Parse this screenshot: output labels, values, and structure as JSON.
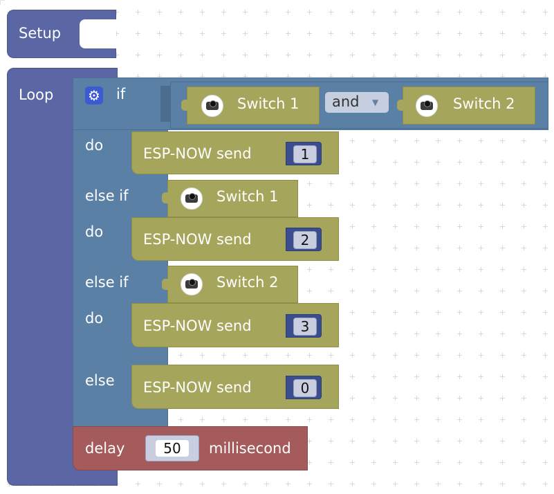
{
  "setup": {
    "label": "Setup"
  },
  "loop": {
    "label": "Loop",
    "if_block": {
      "if_label": "if",
      "condition": {
        "left": "Switch 1",
        "operator": "and",
        "right": "Switch 2"
      },
      "branches": [
        {
          "label": "do",
          "send_label": "ESP-NOW send",
          "value": "1"
        },
        {
          "label": "else if",
          "condition": "Switch 1"
        },
        {
          "label": "do",
          "send_label": "ESP-NOW send",
          "value": "2"
        },
        {
          "label": "else if",
          "condition": "Switch 2"
        },
        {
          "label": "do",
          "send_label": "ESP-NOW send",
          "value": "3"
        },
        {
          "label": "else",
          "send_label": "ESP-NOW send",
          "value": "0"
        }
      ]
    },
    "delay": {
      "label": "delay",
      "value": "50",
      "unit": "millisecond"
    }
  },
  "colors": {
    "setup_loop": "#5b67a5",
    "logic": "#5b80a5",
    "io": "#a5a55b",
    "number": "#3a4d8f",
    "delay": "#a55b5b",
    "gear": "#3c5bd0"
  },
  "icons": {
    "mutator": "gear-icon",
    "button_sensor": "push-button-icon"
  }
}
